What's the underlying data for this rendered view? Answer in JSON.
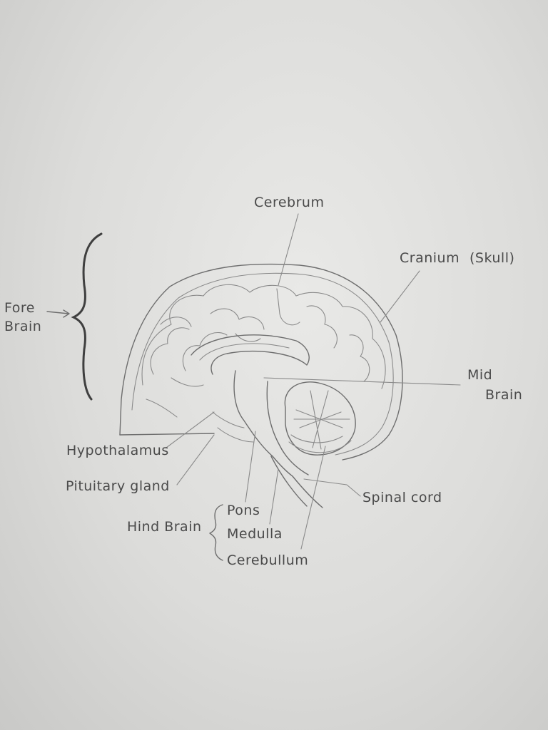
{
  "labels": {
    "cerebrum": "Cerebrum",
    "cranium": "Cranium",
    "skull": "(Skull)",
    "fore": "Fore",
    "brain_fore": "Brain",
    "mid": "Mid",
    "brain_mid": "Brain",
    "hypothalamus": "Hypothalamus",
    "pituitary": "Pituitary gland",
    "hind_brain": "Hind Brain",
    "pons": "Pons",
    "medulla": "Medulla",
    "cerebullum": "Cerebullum",
    "spinal_cord": "Spinal cord"
  }
}
